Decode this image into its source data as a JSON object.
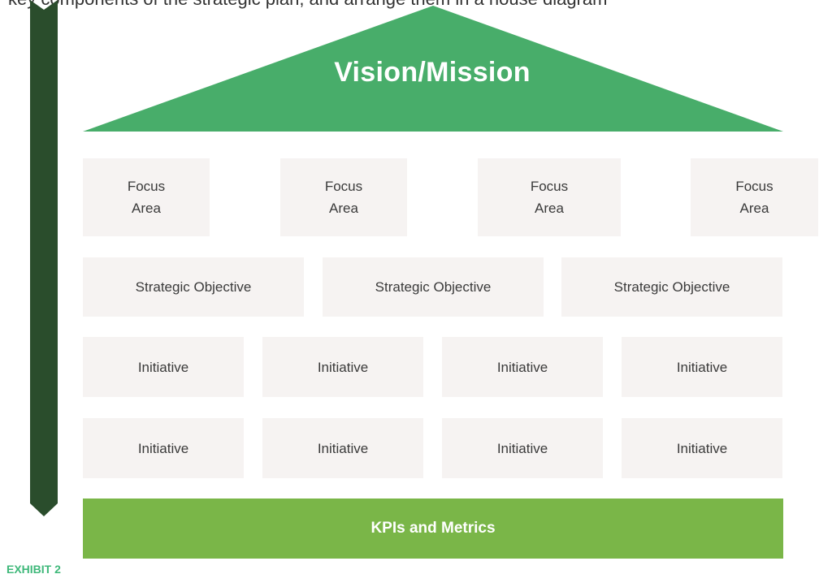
{
  "caption": "key components of the strategic plan, and arrange them in a house diagram",
  "vision": {
    "label": "Vision/Mission"
  },
  "focus_areas": [
    {
      "line1": "Focus",
      "line2": "Area"
    },
    {
      "line1": "Focus",
      "line2": "Area"
    },
    {
      "line1": "Focus",
      "line2": "Area"
    },
    {
      "line1": "Focus",
      "line2": "Area"
    }
  ],
  "objectives": [
    {
      "label": "Strategic Objective"
    },
    {
      "label": "Strategic Objective"
    },
    {
      "label": "Strategic Objective"
    }
  ],
  "initiatives_row1": [
    {
      "label": "Initiative"
    },
    {
      "label": "Initiative"
    },
    {
      "label": "Initiative"
    },
    {
      "label": "Initiative"
    }
  ],
  "initiatives_row2": [
    {
      "label": "Initiative"
    },
    {
      "label": "Initiative"
    },
    {
      "label": "Initiative"
    },
    {
      "label": "Initiative"
    }
  ],
  "foundation": {
    "label": "KPIs and Metrics"
  },
  "exhibit": {
    "label": "EXHIBIT 2"
  },
  "colors": {
    "roof": "#48ad6a",
    "foundation": "#7ab648",
    "side_arrow": "#2a4d2c",
    "box_fill": "#f6f3f2",
    "exhibit_text": "#3fb87a"
  }
}
